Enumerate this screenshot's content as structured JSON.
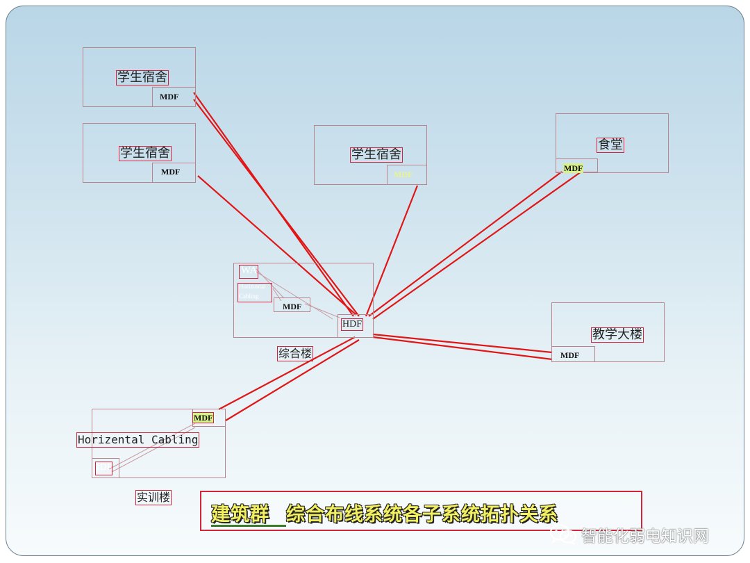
{
  "nodes": {
    "dorm_1": {
      "label": "学生宿舍",
      "port": "MDF"
    },
    "dorm_2": {
      "label": "学生宿舍",
      "port": "MDF"
    },
    "dorm_3": {
      "label": "学生宿舍",
      "port": "MDF"
    },
    "canteen": {
      "label": "食堂",
      "port": "MDF"
    },
    "teaching": {
      "label": "教学大楼",
      "port": "MDF"
    },
    "complex": {
      "label": "综合楼",
      "wa": "WA",
      "horizontal_cabling_small_1": "Horizontal",
      "horizontal_cabling_small_2": "Cabling",
      "mdf": "MDF",
      "hdf": "HDF"
    },
    "training": {
      "label": "实训楼",
      "mdf": "MDF",
      "horizontal_cabling": "Horizental  Cabling",
      "idf": "IDF"
    }
  },
  "title": {
    "part1": "建筑群",
    "part2": "综合布线系统各子系统拓扑关系"
  },
  "watermark": {
    "text": "智能化弱电知识网",
    "icon": "wechat-icon"
  },
  "colors": {
    "link": "#e01616",
    "frame": "#d2243a",
    "mdf_highlight": "#d7f08a",
    "title_text": "#f2f060"
  }
}
